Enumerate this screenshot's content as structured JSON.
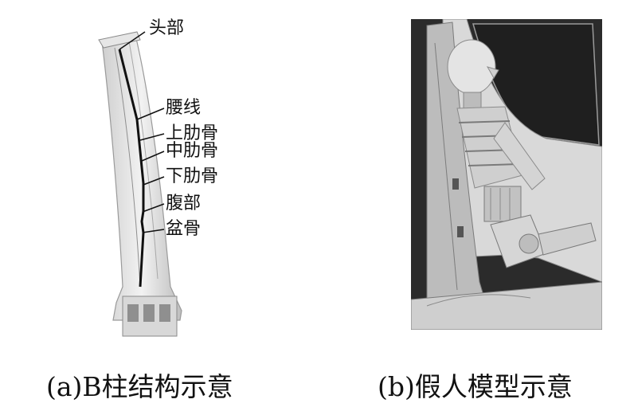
{
  "panel_a": {
    "labels": {
      "head": "头部",
      "waist": "腰线",
      "upper_rib": "上肋骨",
      "middle_rib": "中肋骨",
      "lower_rib": "下肋骨",
      "abdomen": "腹部",
      "pelvis": "盆骨"
    },
    "caption": "(a)B柱结构示意"
  },
  "panel_b": {
    "caption": "(b)假人模型示意"
  },
  "colors": {
    "background": "#ffffff",
    "dark_backdrop": "#2b2b2b",
    "part_fill": "#dcdcdc",
    "line": "#111111"
  }
}
